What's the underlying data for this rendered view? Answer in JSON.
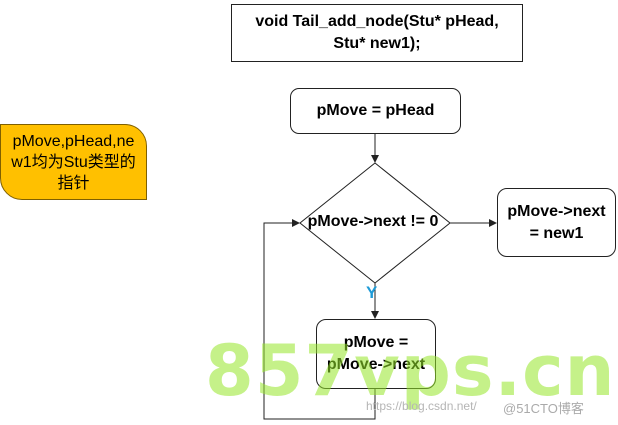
{
  "function_signature": "void Tail_add_node(Stu* pHead,\nStu* new1);",
  "init_step": "pMove = pHead",
  "condition": "pMove->next != 0",
  "yes_label": "Y",
  "loop_step": "pMove =\npMove->next",
  "exit_step": "pMove->next\n= new1",
  "note": "pMove,pHead,ne\nw1均为Stu类型的\n指针",
  "watermark": "857vps.cn",
  "watermark_source": "https://blog.csdn.net/",
  "watermark_cto": "@51CTO博客",
  "colors": {
    "note_fill": "#ffc000",
    "yes_label": "#1e9bd7",
    "watermark": "#96e628"
  }
}
